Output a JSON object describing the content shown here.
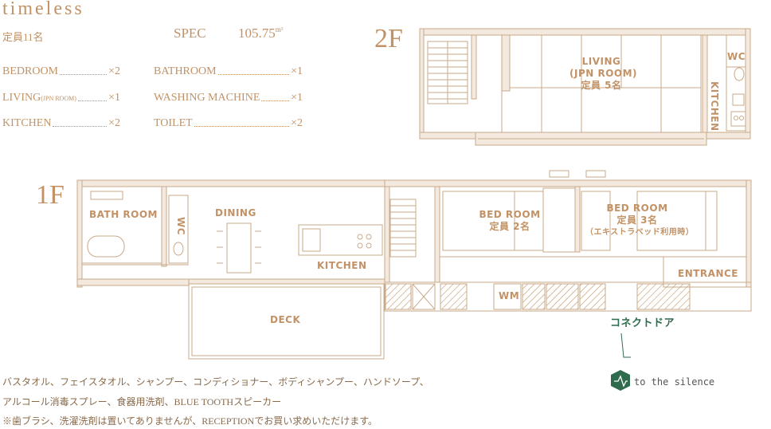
{
  "brand": "timeless",
  "capacity": "定員11名",
  "spec": {
    "label": "SPEC",
    "area": "105.75",
    "unit": "m²"
  },
  "facilities": [
    {
      "name": "BEDROOM",
      "count": "×2"
    },
    {
      "name": "LIVING",
      "note": "(JPN ROOM)",
      "count": "×1"
    },
    {
      "name": "KITCHEN",
      "count": "×2"
    },
    {
      "name": "BATHROOM",
      "count": "×1"
    },
    {
      "name": "WASHING MACHINE",
      "count": "×1"
    },
    {
      "name": "TOILET",
      "count": "×2"
    }
  ],
  "floor2": {
    "label": "2F",
    "living": [
      "LIVING",
      "(JPN ROOM)",
      "定員 5名"
    ],
    "wc": "WC",
    "kitchen": "KITCHEN"
  },
  "floor1": {
    "label": "1F",
    "bath_room": "BATH ROOM",
    "wc": "WC",
    "dining": "DINING",
    "kitchen": "KITCHEN",
    "bedroom1": [
      "BED ROOM",
      "定員 2名"
    ],
    "bedroom2": [
      "BED ROOM",
      "定員 3名",
      "（エキストラベッド利用時）"
    ],
    "entrance": "ENTRANCE",
    "wm": "WM",
    "deck": "DECK",
    "connect_door": "コネクトドア"
  },
  "amenities": [
    "バスタオル、フェイスタオル、シャンプー、コンディショナー、ボディシャンプー、ハンドソープ、",
    "アルコール消毒スプレー、食器用洗剤、BLUE TOOTHスピーカー",
    "※歯ブラシ、洗濯洗剤は置いてありませんが、RECEPTIONでお買い求めいただけます。"
  ],
  "logo": {
    "text": "to the silence",
    "color": "#2f6b4c"
  },
  "colors": {
    "accent": "#c29266",
    "wall": "#c9a98a",
    "hatch": "#c29266"
  }
}
